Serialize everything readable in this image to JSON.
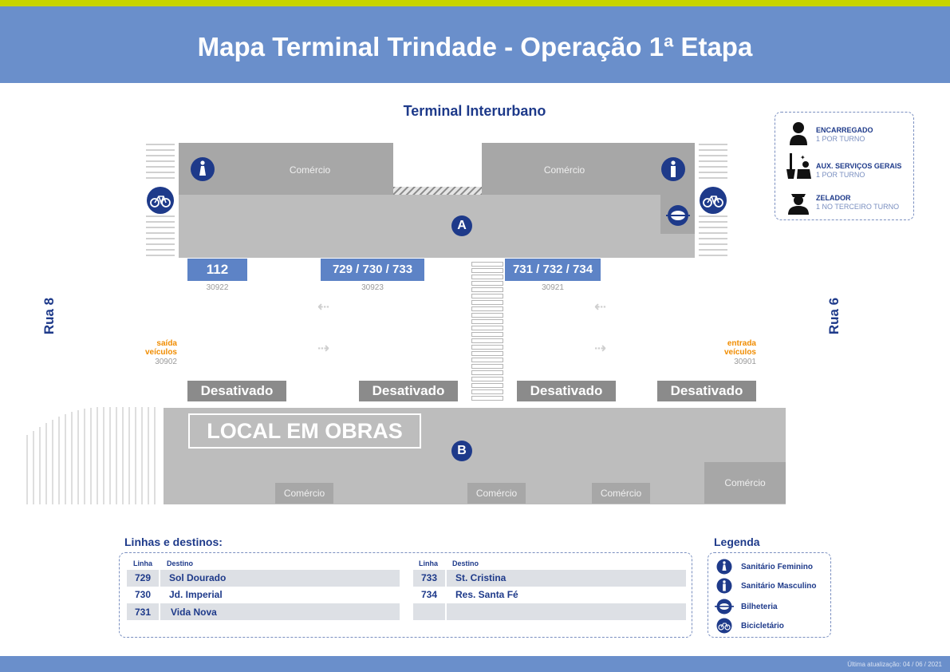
{
  "header": {
    "title": "Mapa Terminal Trindade - Operação 1ª Etapa"
  },
  "map": {
    "subtitle": "Terminal Interurbano",
    "comercio_label": "Comércio",
    "platform_a": "A",
    "platform_b": "B",
    "bays": [
      {
        "lines": "112",
        "code": "30922"
      },
      {
        "lines": "729 / 730 / 733",
        "code": "30923"
      },
      {
        "lines": "731 / 732 / 734",
        "code": "30921"
      }
    ],
    "deactivated_label": "Desativado",
    "works_label": "LOCAL EM OBRAS",
    "street_left": "Rua 8",
    "street_right": "Rua 6",
    "exit": {
      "line1": "saída",
      "line2": "veículos",
      "code": "30902"
    },
    "entry": {
      "line1": "entrada",
      "line2": "veículos",
      "code": "30901"
    }
  },
  "staff": {
    "items": [
      {
        "title": "ENCARREGADO",
        "detail": "1 POR TURNO",
        "icon": "person-icon"
      },
      {
        "title": "AUX. SERVIÇOS GERAIS",
        "detail": "1 POR TURNO",
        "icon": "cleaning-icon"
      },
      {
        "title": "ZELADOR",
        "detail": "1 NO TERCEIRO TURNO",
        "icon": "guard-icon"
      }
    ]
  },
  "lines_table": {
    "title": "Linhas e destinos:",
    "col_line": "Linha",
    "col_dest": "Destino",
    "left": [
      {
        "line": "729",
        "dest": "Sol Dourado"
      },
      {
        "line": "730",
        "dest": "Jd. Imperial"
      },
      {
        "line": "731",
        "dest": "Vida Nova"
      }
    ],
    "right": [
      {
        "line": "733",
        "dest": "St. Cristina"
      },
      {
        "line": "734",
        "dest": "Res. Santa Fé"
      }
    ]
  },
  "legend": {
    "title": "Legenda",
    "items": [
      {
        "label": "Sanitário Feminino",
        "icon": "female-restroom-icon"
      },
      {
        "label": "Sanitário Masculino",
        "icon": "male-restroom-icon"
      },
      {
        "label": "Bilheteria",
        "icon": "ticket-office-icon"
      },
      {
        "label": "Bicicletário",
        "icon": "bicycle-icon"
      }
    ]
  },
  "footer": {
    "updated": "Última atualização: 04 / 06 / 2021"
  },
  "colors": {
    "header": "#6a8fcb",
    "accent_bar": "#c8d400",
    "navy": "#1e3a8a",
    "bay_badge": "#5d83c6",
    "orange": "#f08c00"
  }
}
